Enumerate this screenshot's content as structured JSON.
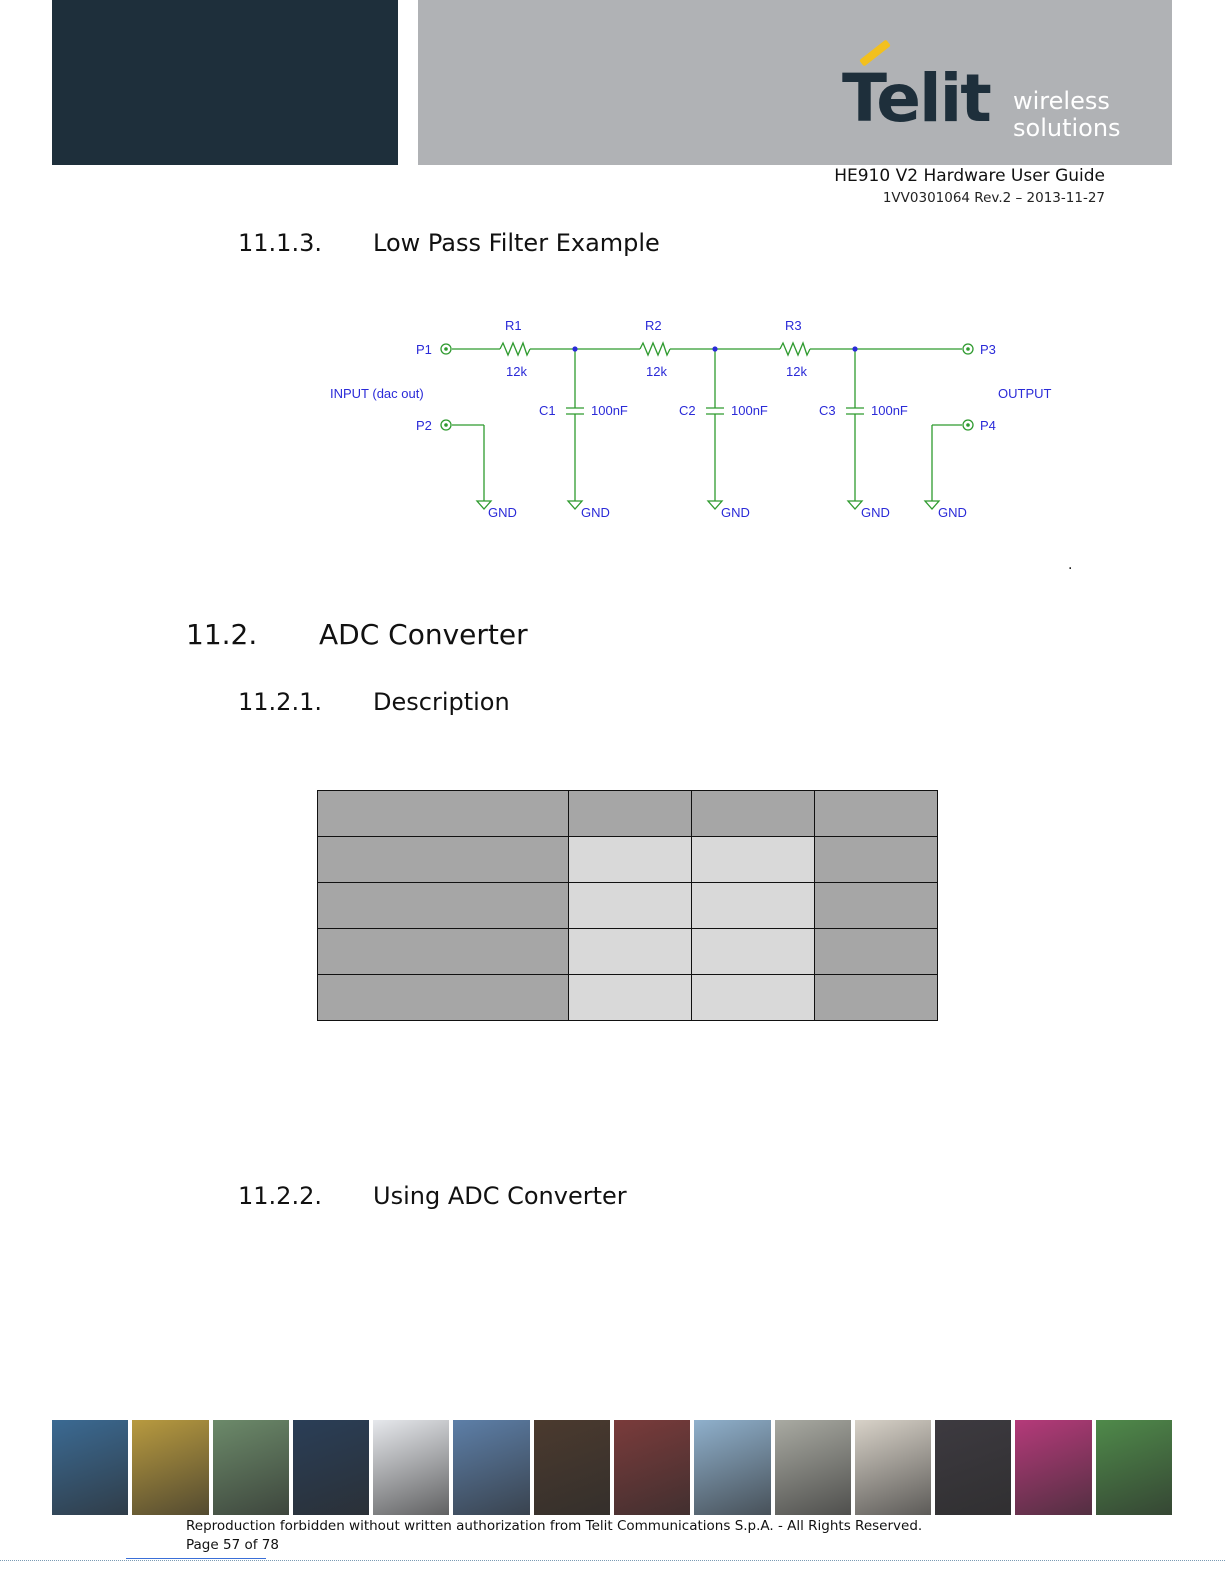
{
  "header": {
    "logo_word": "Telit",
    "logo_tag_line1": "wireless",
    "logo_tag_line2": "solutions",
    "doc_title": "HE910 V2 Hardware User Guide",
    "doc_code": "1VV0301064 Rev.2 – 2013-11-27",
    "colors": {
      "dark_panel": "#1e2f3b",
      "grey_panel": "#b0b2b5",
      "logo_accent": "#f2c01e"
    }
  },
  "section_11_1_3": {
    "number": "11.1.3.",
    "title": "Low Pass Filter Example"
  },
  "schematic": {
    "ports": [
      "P1",
      "P2",
      "P3",
      "P4"
    ],
    "input_label": "INPUT (dac out)",
    "output_label": "OUTPUT",
    "resistors": [
      {
        "ref": "R1",
        "value": "12k"
      },
      {
        "ref": "R2",
        "value": "12k"
      },
      {
        "ref": "R3",
        "value": "12k"
      }
    ],
    "capacitors": [
      {
        "ref": "C1",
        "value": "100nF"
      },
      {
        "ref": "C2",
        "value": "100nF"
      },
      {
        "ref": "C3",
        "value": "100nF"
      }
    ],
    "gnd": "GND",
    "colors": {
      "wire": "#2e9a2e",
      "label": "#2a2ad8",
      "component": "#2e9a2e"
    }
  },
  "stray_mark": ".",
  "section_11_2": {
    "number": "11.2.",
    "title": "ADC Converter"
  },
  "section_11_2_1": {
    "number": "11.2.1.",
    "title": "Description"
  },
  "adc_table": {
    "rows": [
      [
        "dark",
        "dark",
        "dark",
        "dark"
      ],
      [
        "dark",
        "light",
        "light",
        "dark"
      ],
      [
        "dark",
        "light",
        "light",
        "dark"
      ],
      [
        "dark",
        "light",
        "light",
        "dark"
      ],
      [
        "dark",
        "light",
        "light",
        "dark"
      ]
    ]
  },
  "section_11_2_2": {
    "number": "11.2.2.",
    "title": "Using ADC Converter"
  },
  "footer": {
    "note": "Reproduction forbidden without written authorization from Telit Communications S.p.A. - All Rights Reserved.",
    "page": "Page 57 of 78",
    "photo_colors": [
      "#3b6a93",
      "#b89a3f",
      "#6c8a6a",
      "#2a3e57",
      "#e6e8ec",
      "#5d7fa8",
      "#4b3a2e",
      "#7a3b3b",
      "#8fb0cc",
      "#a9aaa2",
      "#d8d2c8",
      "#3d3a40",
      "#b53a7a",
      "#4f8a4a"
    ]
  }
}
